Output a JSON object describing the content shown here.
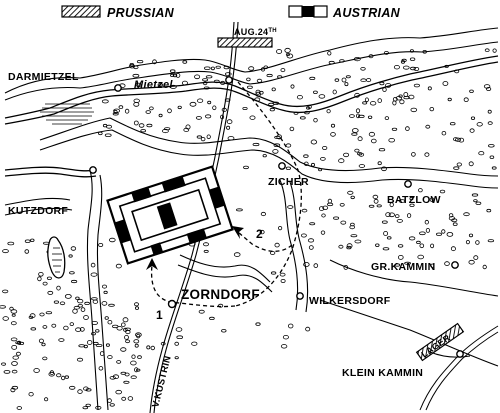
{
  "legend": {
    "prussian_label": "PRUSSIAN",
    "austrian_label": "AUSTRIAN"
  },
  "labels": {
    "date": "AUG.24",
    "date_suffix": "TH",
    "darmietzel": "DARMIETZEL",
    "mietzel": "Mietzel",
    "zicher": "ZICHER",
    "batzlow": "BATZLOW",
    "kutzdorf": "KUTZDORF",
    "gr_kammin": "GR.KAMMIN",
    "zorndorf": "ZORNDORF",
    "wilkersdorf": "WILKERSDORF",
    "v_kustrin": "V.KUSTRIN",
    "lager": "LAGER",
    "klein_kammin": "KLEIN KAMMIN",
    "march_1": "1",
    "march_2": "2"
  },
  "colors": {
    "ink": "#000000",
    "paper": "#ffffff"
  }
}
